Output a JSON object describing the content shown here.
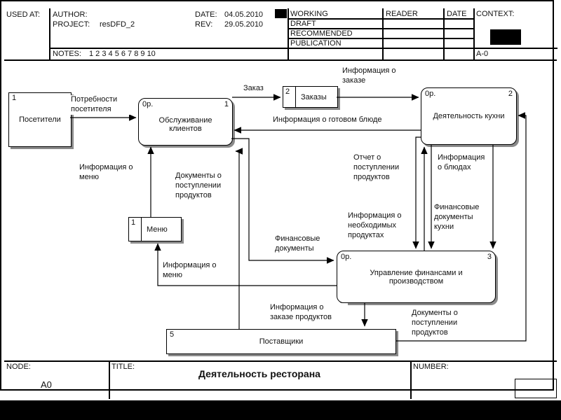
{
  "header": {
    "used_at": "USED AT:",
    "author_label": "AUTHOR:",
    "date_label": "DATE:",
    "date_value": "04.05.2010",
    "project_label": "PROJECT:",
    "project_value": "resDFD_2",
    "rev_label": "REV:",
    "rev_value": "29.05.2010",
    "notes_label": "NOTES:",
    "notes_value": "1  2  3  4  5  6  7  8  9  10",
    "status": {
      "working": "WORKING",
      "draft": "DRAFT",
      "recommended": "RECOMMENDED",
      "publication": "PUBLICATION"
    },
    "reader": "READER",
    "date_col": "DATE",
    "context_label": "CONTEXT:",
    "context_node": "A-0"
  },
  "footer": {
    "node_label": "NODE:",
    "node_value": "A0",
    "title_label": "TITLE:",
    "title_value": "Деятельность ресторана",
    "number_label": "NUMBER:"
  },
  "diagram": {
    "processes": [
      {
        "cost": "0р.",
        "num": "1",
        "label": "Обслуживание клиентов"
      },
      {
        "cost": "0р.",
        "num": "2",
        "label": "Деятельность кухни"
      },
      {
        "cost": "0р.",
        "num": "3",
        "label": "Управление финансами и производством"
      }
    ],
    "externals": [
      {
        "num": "1",
        "label": "Посетители"
      },
      {
        "num": "5",
        "label": "Поставщики"
      }
    ],
    "stores": [
      {
        "num": "2",
        "label": "Заказы"
      },
      {
        "num": "1",
        "label": "Меню"
      }
    ],
    "flows": [
      {
        "text": "Потребности посетителя"
      },
      {
        "text": "Заказ"
      },
      {
        "text": "Информация о заказе"
      },
      {
        "text": "Информация о готовом блюде"
      },
      {
        "text": "Информация о меню"
      },
      {
        "text": "Документы о поступлении продуктов"
      },
      {
        "text": "Отчет о поступлении продуктов"
      },
      {
        "text": "Информация о блюдах"
      },
      {
        "text": "Информация о необходимых продуктах"
      },
      {
        "text": "Финансовые документы кухни"
      },
      {
        "text": "Финансовые документы"
      },
      {
        "text": "Информация о меню"
      },
      {
        "text": "Информация о заказе продуктов"
      },
      {
        "text": "Документы о поступлении продуктов"
      }
    ]
  }
}
